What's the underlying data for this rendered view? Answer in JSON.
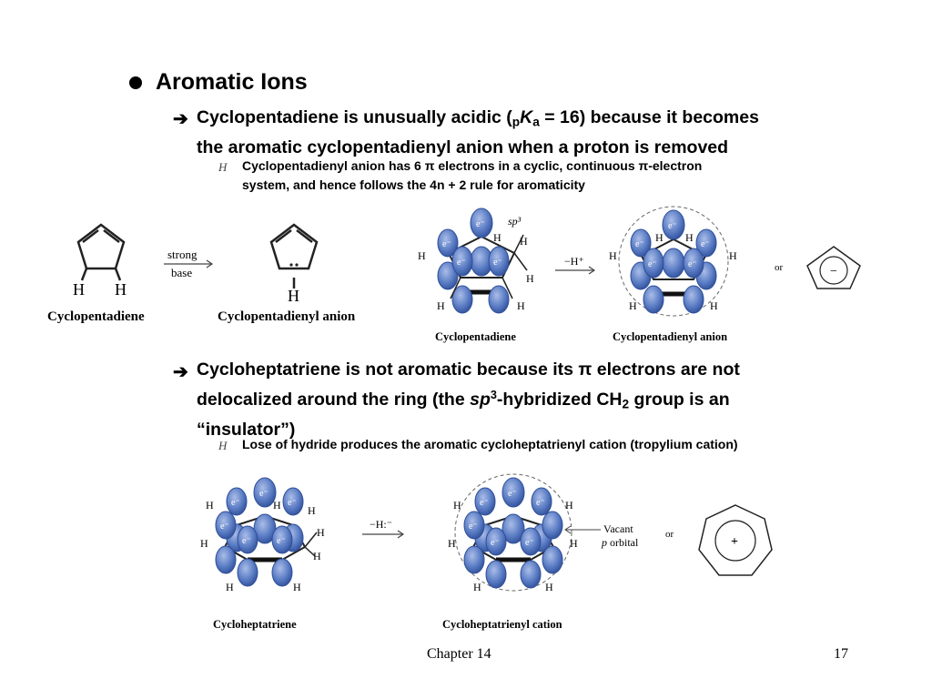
{
  "heading": "Aromatic Ions",
  "point1": {
    "line1_a": "Cyclopentadiene is unusually acidic (",
    "pka_p": "p",
    "pka_k": "K",
    "pka_a": "a",
    "line1_b": " = 16) because it becomes",
    "line2": "the aromatic cyclopentadienyl anion when a proton is removed",
    "sub_line1": "Cyclopentadienyl anion has 6 π electrons in a cyclic, continuous π-electron",
    "sub_line2": "system, and hence follows the 4n + 2 rule for aromaticity"
  },
  "figure1": {
    "cyclopentadiene_label": "Cyclopentadiene",
    "strong": "strong",
    "base": "base",
    "anion_label": "Cyclopentadienyl anion",
    "h": "H",
    "e": "e⁻",
    "sp3": "sp³",
    "minus_h_plus": "−H⁺",
    "or": "or",
    "minus": "−",
    "orbital_cp_label": "Cyclopentadiene",
    "orbital_anion_label": "Cyclopentadienyl anion"
  },
  "point2": {
    "line1": "Cycloheptatriene is not aromatic because its π electrons are not",
    "line2_a": "delocalized around the ring (the ",
    "sp": "sp",
    "sp_sup": "3",
    "line2_b": "-hybridized CH",
    "ch2_sub": "2",
    "line2_c": " group is an",
    "line3": "“insulator”)",
    "sub_line1": "Lose of  hydride produces the aromatic cycloheptatrienyl cation (tropylium cation)"
  },
  "figure2": {
    "minus_h_minus": "−H:⁻",
    "vacant": "Vacant",
    "p_orbital_p": "p",
    "p_orbital": " orbital",
    "or": "or",
    "plus": "+",
    "cycloheptatriene_label": "Cycloheptatriene",
    "cation_label": "Cycloheptatrienyl cation"
  },
  "footer": {
    "chapter": "Chapter 14",
    "page": "17"
  },
  "colors": {
    "orbital_blue": "#5a7cc4",
    "orbital_dark": "#2f4f99"
  }
}
